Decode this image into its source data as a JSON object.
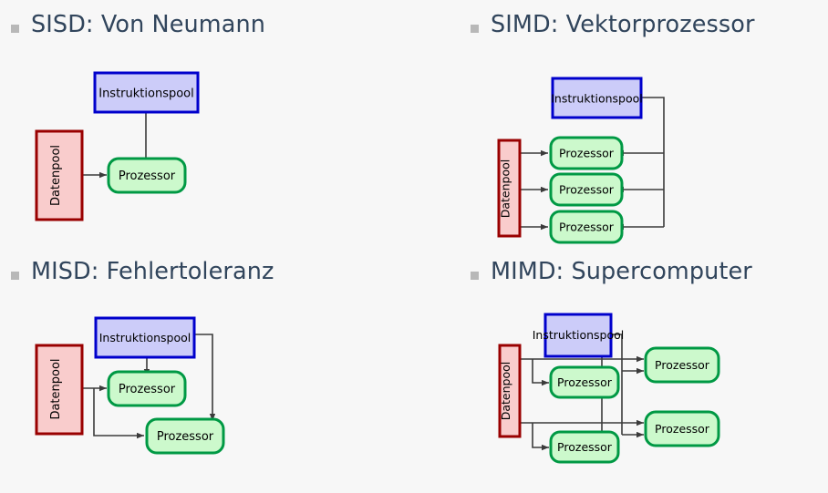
{
  "slide": {
    "background_color": "#f7f7f7",
    "bullet_color": "#b8b8b8",
    "title_color": "#31455c"
  },
  "palette": {
    "instruction_fill": "#ccccf9",
    "instruction_stroke": "#0000cc",
    "data_fill": "#f9cccc",
    "data_stroke": "#990000",
    "processor_fill": "#ccf9cc",
    "processor_stroke": "#009944",
    "connector": "#3b3b3b",
    "label_text": "#000000"
  },
  "labels": {
    "instruction_pool": "Instruktionspool",
    "data_pool": "Datenpool",
    "processor": "Prozessor"
  },
  "items": [
    {
      "id": "sisd",
      "title": "SISD: Von Neumann",
      "instruction_pools": 1,
      "data_pools": 1,
      "processors": 1
    },
    {
      "id": "simd",
      "title": "SIMD: Vektorprozessor",
      "instruction_pools": 1,
      "data_pools": 1,
      "processors": 3
    },
    {
      "id": "misd",
      "title": "MISD: Fehlertoleranz",
      "instruction_pools": 1,
      "data_pools": 1,
      "processors": 2
    },
    {
      "id": "mimd",
      "title": "MIMD: Supercomputer",
      "instruction_pools": 1,
      "data_pools": 1,
      "processors": 4
    }
  ]
}
